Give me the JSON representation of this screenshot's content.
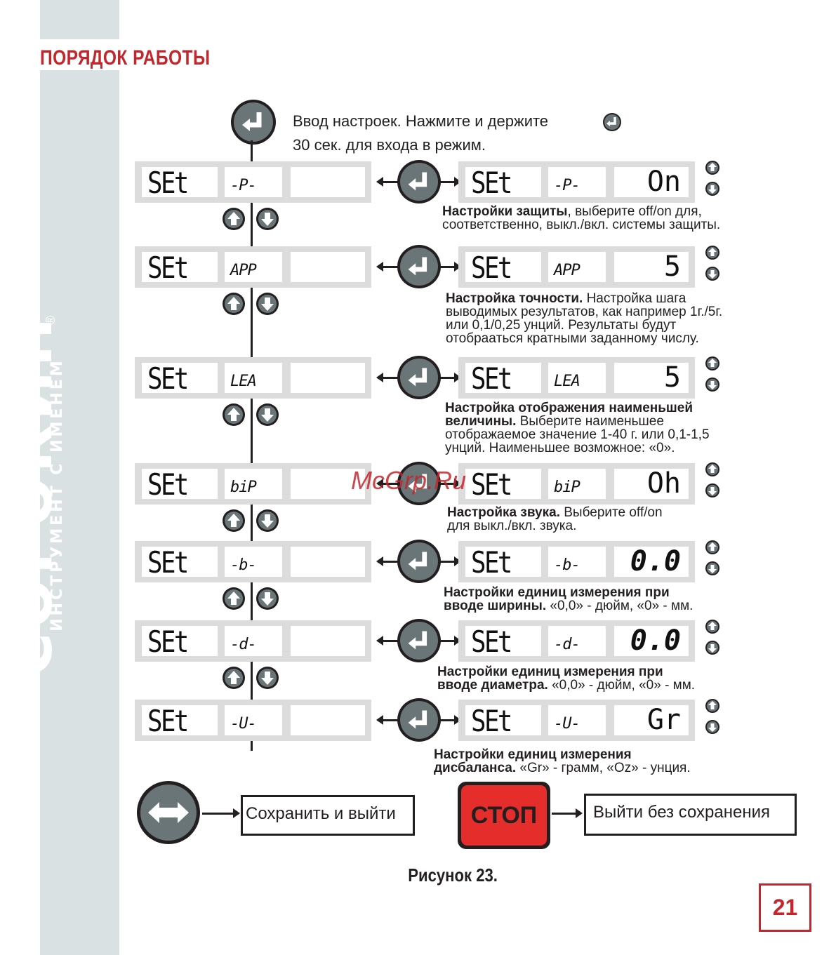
{
  "header": {
    "title": "ПОРЯДОК РАБОТЫ"
  },
  "brand": {
    "name": "СОРОКИН",
    "tagline": "ИНСТРУМЕНТ С ИМЕНЕМ",
    "reg": "®"
  },
  "intro": {
    "line1": "Ввод настроек. Нажмите и держите",
    "line2": "30 сек. для входа в режим."
  },
  "rows": [
    {
      "seg1": "SEt",
      "seg2": "-P-",
      "value": "On",
      "desc_bold": "Настройки защиты",
      "desc_lines": [
        ", выберите off/on  для,",
        "соответственно, выкл./вкл. системы защиты."
      ]
    },
    {
      "seg1": "SEt",
      "seg2": "APP",
      "value": "5",
      "desc_bold": "Настройка точности.",
      "desc_lines": [
        " Настройка шага",
        "выводимых результатов, как например 1г./5г.",
        "или 0,1/0,25 унций. Результаты будут",
        "отобраaться кратными заданному числу."
      ]
    },
    {
      "seg1": "SEt",
      "seg2": "LEA",
      "value": "5",
      "desc_bold": "Настройка отображения наименьшей",
      "desc_lines": [
        "величины.",
        " Выберите наименьшее",
        "отображаемое значение 1-40 г. или 0,1-1,5",
        "унций. Наименьшее возможное: «0»."
      ]
    },
    {
      "seg1": "SEt",
      "seg2": "biP",
      "value": "Oh",
      "desc_bold": "Настройка звука.",
      "desc_lines": [
        " Выберите off/on",
        "для выкл./вкл. звука."
      ]
    },
    {
      "seg1": "SEt",
      "seg2": "-b-",
      "value": "0.0",
      "desc_bold": "Настройки единиц измерения при",
      "desc_lines": [
        "вводе ширины.",
        " «0,0» - дюйм, «0» - мм."
      ]
    },
    {
      "seg1": "SEt",
      "seg2": "-d-",
      "value": "0.0",
      "desc_bold": "Настройки единиц измерения при",
      "desc_lines": [
        "вводе диаметра.",
        " «0,0» - дюйм, «0» - мм."
      ]
    },
    {
      "seg1": "SEt",
      "seg2": "-U-",
      "value": "Gr",
      "desc_bold": "Настройки единиц измерения",
      "desc_lines": [
        "дисбаланса.",
        " «Gr» - грамм, «Oz» - унция."
      ]
    }
  ],
  "footer": {
    "save_label": "Сохранить и выйти",
    "stop_label": "СТОП",
    "exit_label": "Выйти без сохранения",
    "caption": "Рисунок 23.",
    "page_number": "21",
    "watermark": "McGrp.Ru"
  },
  "colors": {
    "accent": "#c1272d",
    "sidebar": "#d9e1e2",
    "stop": "#e52d2b",
    "key": "#6a7577"
  }
}
